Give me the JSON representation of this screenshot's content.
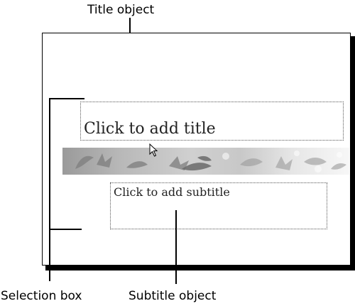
{
  "callouts": {
    "title_object": "Title object",
    "selection_box": "Selection box",
    "subtitle_object": "Subtitle object"
  },
  "slide": {
    "title_placeholder": "Click to add title",
    "subtitle_placeholder": "Click to add subtitle"
  },
  "icons": {
    "cursor": "arrow-pointer-icon",
    "banner": "leaf-banner-decoration"
  },
  "colors": {
    "outline": "#000000",
    "placeholder_border": "#555555",
    "banner_gray": "#b8b8b8"
  }
}
